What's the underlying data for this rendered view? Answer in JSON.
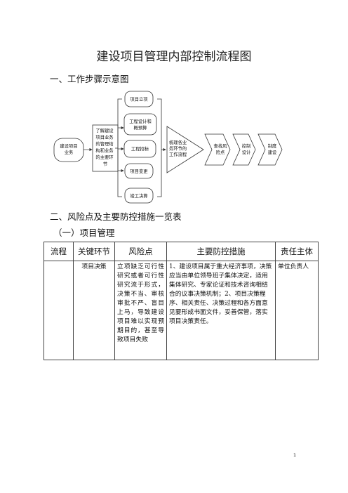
{
  "document": {
    "title": "建设项目管理内部控制流程图",
    "section1": "一、工作步骤示意图",
    "section2": "二、风险点及主要防控措施一览表",
    "subsection": "（一）项目管理",
    "page_number": "1"
  },
  "flowchart": {
    "start": [
      "建设项目",
      "业务"
    ],
    "understand": [
      "了解建设",
      "项目业务",
      "的管理结",
      "构和业务",
      "的主要环",
      "节"
    ],
    "steps": [
      {
        "lines": [
          "项目立项"
        ]
      },
      {
        "lines": [
          "工程设计和",
          "概预算"
        ]
      },
      {
        "lines": [
          "工程招标"
        ]
      },
      {
        "lines": [
          "项目变更"
        ]
      },
      {
        "lines": [
          "竣工决算"
        ]
      }
    ],
    "review": [
      "梳理各业",
      "务环节的",
      "工作流程"
    ],
    "chain": [
      {
        "lines": [
          "查找风",
          "险点"
        ]
      },
      {
        "lines": [
          "控制",
          "设计"
        ]
      },
      {
        "lines": [
          "制度",
          "建设"
        ]
      }
    ]
  },
  "table": {
    "headers": [
      "流程",
      "关键环节",
      "风险点",
      "主要防控措施",
      "责任主体"
    ],
    "rows": [
      {
        "process": "",
        "key": "项目决策",
        "risk": "立项缺乏可行性研究或者可行性研究流于形式，决策不当、审核审批不严、盲目上马，导致建设项目难以实现预期目的，甚至导致项目失败",
        "measures": "1、建设项目属于重大经济事项，决策应当由单位领导班子集体决定，适用集体研究、专家论证和技术咨询相结合的议事决策机制；2、项目决策程序、相关责任、决策过程和各方面意见要形成书面文件，妥善保管，落实项目决策责任。",
        "owner": "单位负责人"
      }
    ]
  }
}
